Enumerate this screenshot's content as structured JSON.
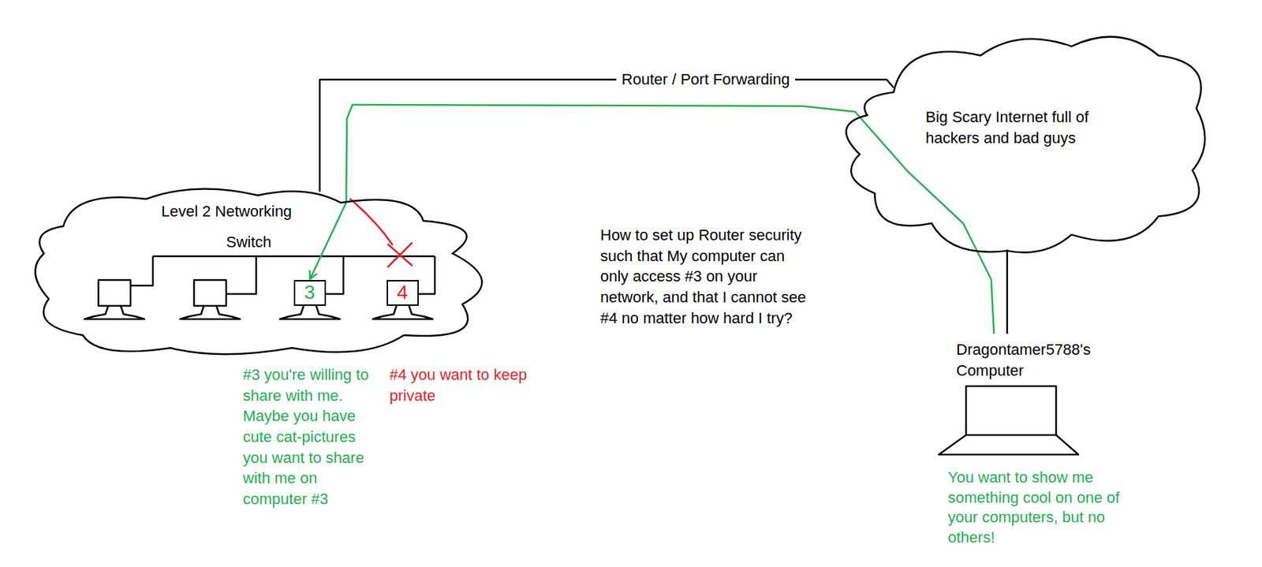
{
  "diagram": {
    "nodes": [
      {
        "text": [
          "Level 2 Networking",
          "Switch"
        ]
      },
      {
        "text": [
          "3"
        ],
        "in": 0
      },
      {
        "text": [
          "4"
        ],
        "in": 0
      },
      {
        "text": [
          "Big Scary Internet full of hackers and bad guys"
        ]
      },
      {
        "text": [
          "Dragontamer5788's Computer"
        ]
      }
    ],
    "edges": [
      {
        "from": 0,
        "to": 3,
        "label": "Router / Port Forwarding",
        "arrow": "none"
      },
      {
        "from": 3,
        "to": 4,
        "arrow": "none"
      },
      {
        "from": 4,
        "to": 1,
        "arrow": "to"
      }
    ],
    "labels": [
      "#3 you're willing to share with me. Maybe you have cute cat-pictures you want to share with me on computer #3",
      "#4 you want to keep private",
      "How to set up Router security such that My computer can only access #3 on your network, and that I cannot see #4 no matter how hard I try?",
      "You want to show me something cool on one of your computers, but no others!"
    ]
  }
}
